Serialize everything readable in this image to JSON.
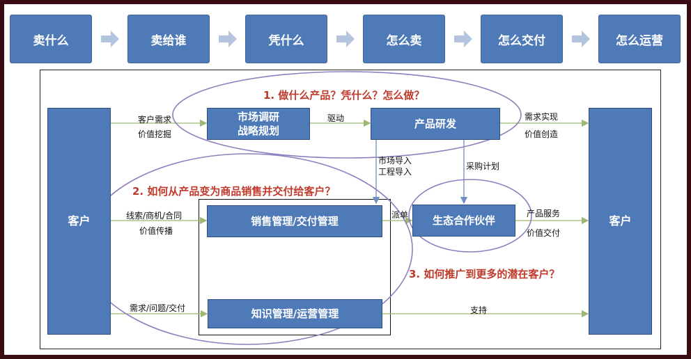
{
  "steps": [
    "卖什么",
    "卖给谁",
    "凭什么",
    "怎么卖",
    "怎么交付",
    "怎么运营"
  ],
  "blocks": {
    "customer_left": "客户",
    "customer_right": "客户",
    "market_line1": "市场调研",
    "market_line2": "战略规划",
    "product_rd": "产品研发",
    "sales": "销售管理/交付管理",
    "knowledge": "知识管理/运营管理",
    "partner": "生态合作伙伴"
  },
  "questions": {
    "q1": "1. 做什么产品？凭什么？怎么做？",
    "q2": "2. 如何从产品变为商品销售并交付给客户？",
    "q3": "3. 如何推广到更多的潜在客户？"
  },
  "labels": {
    "customer_need": "客户需求",
    "value_mining": "价值挖掘",
    "drive": "驱动",
    "need_realize": "需求实现",
    "value_create": "价值创造",
    "market_import": "市场导入",
    "eng_import": "工程导入",
    "purchase_plan": "采购计划",
    "leads": "线索/商机/合同",
    "value_spread": "价值传播",
    "dispatch": "派单",
    "product_service": "产品服务",
    "value_deliver": "价值交付",
    "need_issue": "需求/问题/交付",
    "support": "支持"
  },
  "colors": {
    "block_fill": "#4f7ab8",
    "question_text": "#c0392b",
    "arrow_green": "#9cb872",
    "ellipse_stroke": "#8e7fbf"
  }
}
